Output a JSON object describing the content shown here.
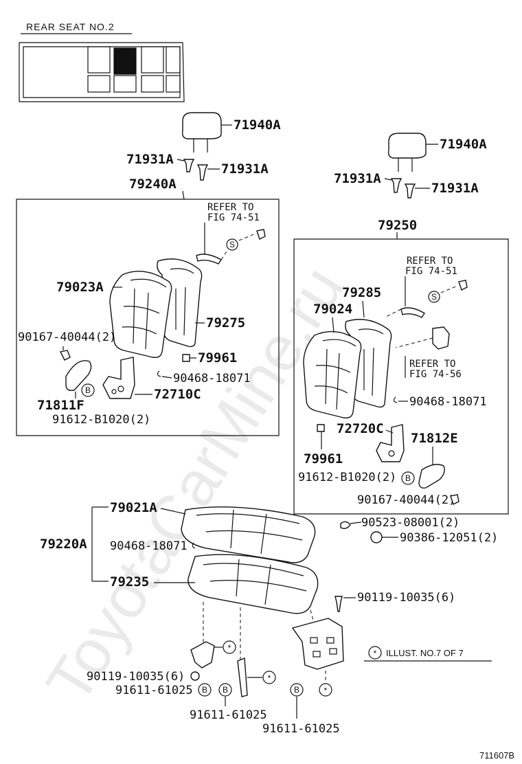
{
  "header": {
    "title": "REAR SEAT  NO.2"
  },
  "watermark": "ToyotaCarMine.ru",
  "left_group": {
    "headrest": "71940A",
    "guide_left": "71931A",
    "guide_right": "71931A",
    "assembly": "79240A",
    "refer_top": {
      "line1": "REFER TO",
      "line2": "FIG 74-51"
    },
    "back_cover": "79023A",
    "back_frame": "79275",
    "clip_part": "90167-40044(2)",
    "cap": "79961",
    "clip_ring": "90468-18071",
    "hinge_cover": "71811F",
    "hinge": "72710C",
    "bolt": "91612-B1020(2)"
  },
  "right_group": {
    "headrest": "71940A",
    "guide_left": "71931A",
    "guide_right": "71931A",
    "assembly": "79250",
    "refer_top": {
      "line1": "REFER TO",
      "line2": "FIG 74-51"
    },
    "back_frame": "79285",
    "back_cover": "79024",
    "refer_mid": {
      "line1": "REFER TO",
      "line2": "FIG 74-56"
    },
    "clip_ring": "90468-18071",
    "hinge": "72720C",
    "hinge_cover": "71812E",
    "cap": "79961",
    "bolt": "91612-B1020(2)",
    "clip_part": "90167-40044(2)",
    "nut": "90523-08001(2)",
    "washer": "90386-12051(2)"
  },
  "cushion_group": {
    "cover": "79021A",
    "assembly": "79220A",
    "clip_ring": "90468-18071",
    "frame": "79235",
    "screw_right": "90119-10035(6)",
    "screw_left": "90119-10035(6)",
    "bolt_left": "91611-61025",
    "bolt_center": "91611-61025",
    "bolt_right": "91611-61025"
  },
  "legend": {
    "symbol": "*",
    "text": "ILLUST. NO.7 OF 7"
  },
  "symbols": {
    "s": "S",
    "b": "B"
  },
  "footer": {
    "code": "711607B"
  }
}
